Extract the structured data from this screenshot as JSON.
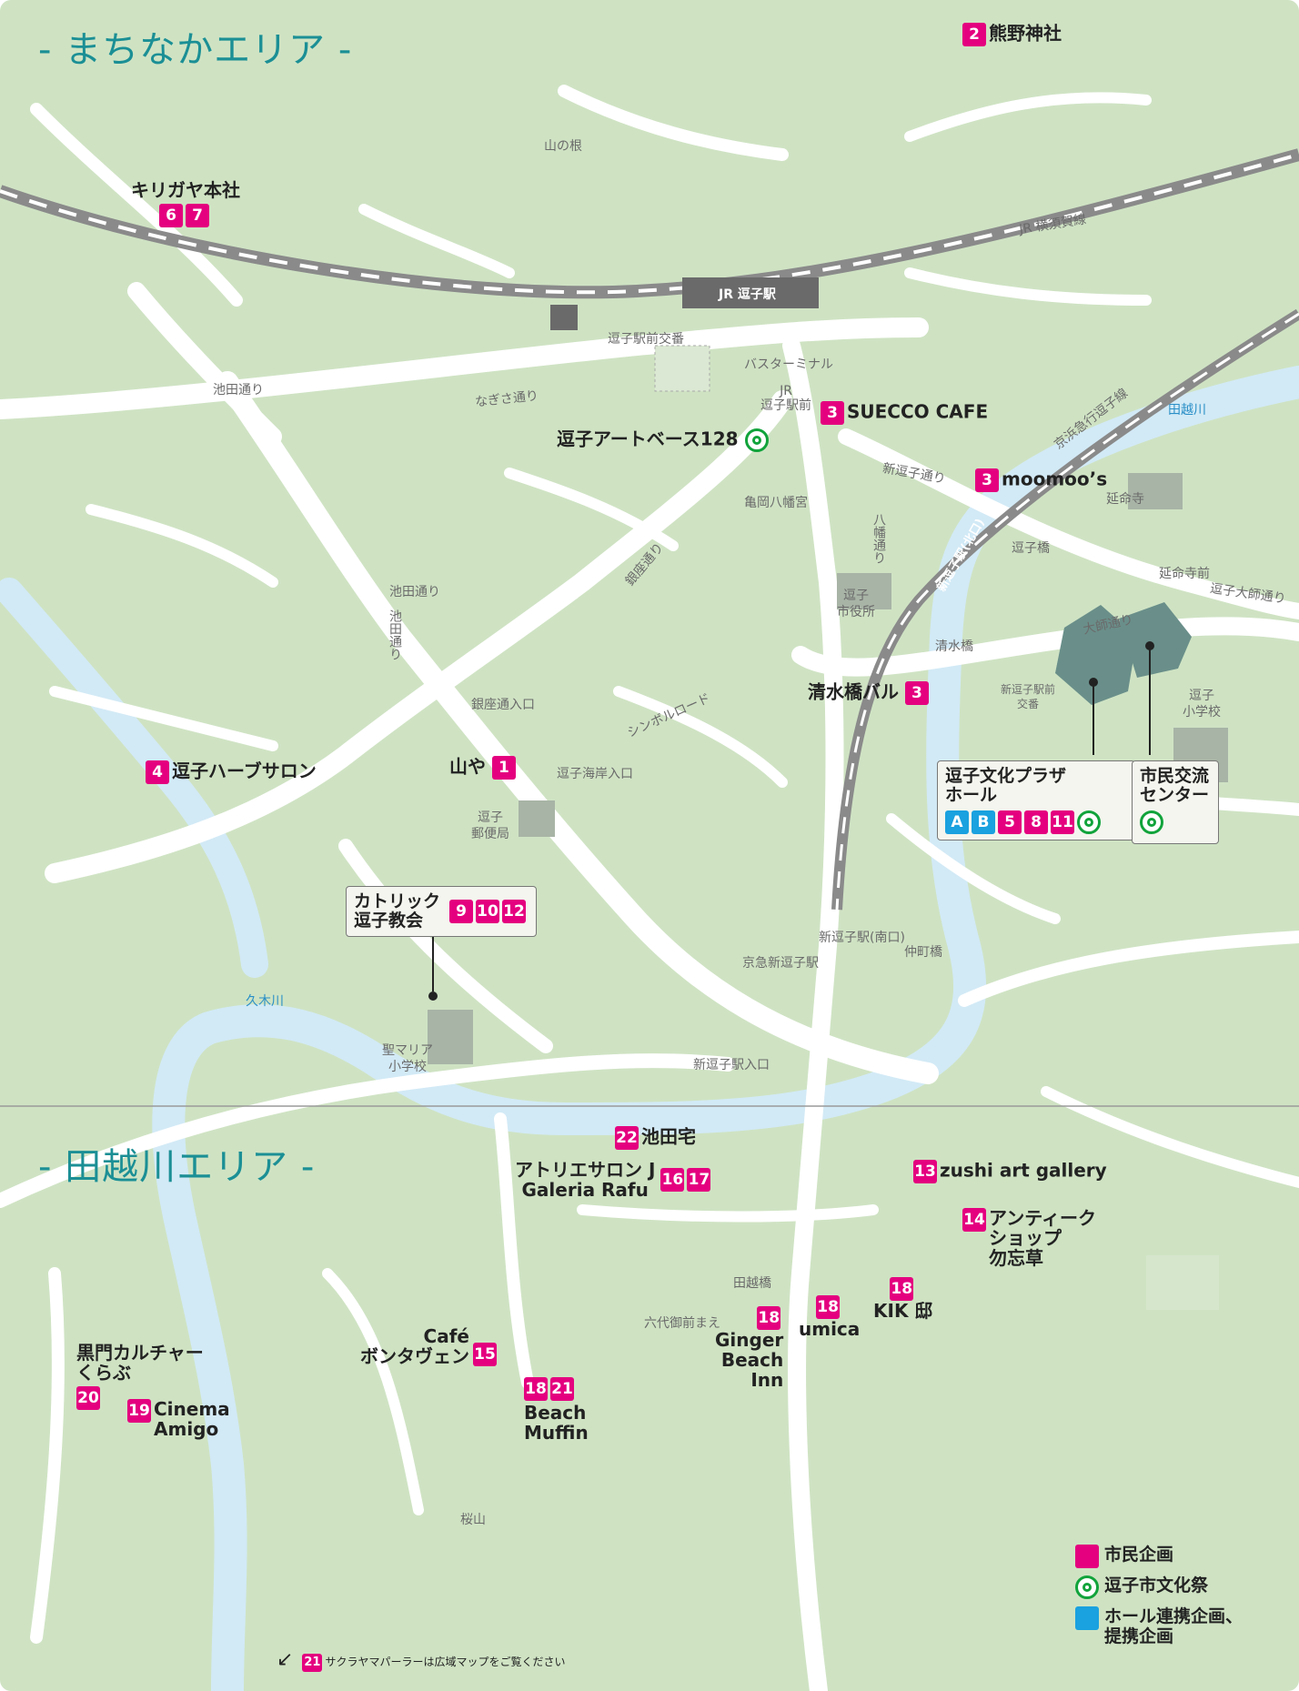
{
  "areas": {
    "north": "- まちなかエリア -",
    "south": "- 田越川エリア -"
  },
  "colors": {
    "map_bg": "#cfe3c3",
    "road": "#ffffff",
    "river": "#d2eaf6",
    "railway": "#8a8a8a",
    "building": "#a8b4a6",
    "accent_pink": "#e4007f",
    "accent_blue": "#1aa1df",
    "accent_green": "#11a33b",
    "title_teal": "#1b8f95"
  },
  "labels": {
    "yamanone": "山の根",
    "jr_line": "JR 横須賀線",
    "jr_zushi_station": "JR 逗子駅",
    "zushi_ekimae_koban": "逗子駅前交番",
    "bus_terminal": "バスターミナル",
    "ikeda_dori_bus": "池田通り",
    "nagisa_dori": "なぎさ通り",
    "jr_zushi_ekimae": "JR\n逗子駅前",
    "keikyu_line": "京浜急行逗子線",
    "tagoe_river_top": "田越川",
    "shin_zushi_dori": "新逗子通り",
    "kameoka_hachimangu": "亀岡八幡宮",
    "hachiman_dori": "八幡通り",
    "enmeiji": "延命寺",
    "zushi_bashi": "逗子橋",
    "enmeiji_mae": "延命寺前",
    "zushi_taishi_dori": "逗子大師通り",
    "ginza_dori": "銀座通り",
    "ikeda_dori_post": "池田通り",
    "ikeda_dori_road": "池田通り",
    "shin_zushi_kitaguchi": "新逗子駅(北口)",
    "zushi_shiyakusho": "逗子\n市役所",
    "daishi_dori": "大師通り",
    "shimizu_bashi": "清水橋",
    "shin_zushi_ekimae_koban": "新逗子駅前\n交番",
    "zushi_shogakko": "逗子\n小学校",
    "ginza_dori_iriguchi": "銀座通入口",
    "symbol_road": "シンボルロード",
    "zushi_kaigan_iriguchi": "逗子海岸入口",
    "zushi_yubinkyoku": "逗子\n郵便局",
    "shin_zushi_minamiguchi": "新逗子駅(南口)",
    "keikyu_shin_zushi": "京急新逗子駅",
    "nakamachi_bashi": "仲町橋",
    "kuki_river": "久木川",
    "sei_maria": "聖マリア\n小学校",
    "shin_zushi_eki_iriguchi": "新逗子駅入口",
    "tagoe_bashi": "田越橋",
    "rokudai_gozen_mae": "六代御前まえ",
    "sakurayama": "桜山"
  },
  "places": {
    "kumano": {
      "num": "2",
      "name": "熊野神社"
    },
    "kirigaya": {
      "name": "キリガヤ本社",
      "nums": [
        "6",
        "7"
      ]
    },
    "suecco": {
      "num": "3",
      "name": "SUECCO CAFE"
    },
    "art_base": {
      "name": "逗子アートベース128"
    },
    "moomoos": {
      "num": "3",
      "name": "moomoo’s"
    },
    "shimizu_bal": {
      "name": "清水橋バル",
      "num": "3"
    },
    "herb": {
      "num": "4",
      "name": "逗子ハーブサロン"
    },
    "yamaya": {
      "name": "山や",
      "num": "1"
    },
    "bunka_plaza": {
      "name": "逗子文化プラザ\nホール",
      "blue": [
        "A",
        "B"
      ],
      "nums": [
        "5",
        "8",
        "11"
      ]
    },
    "shimin_koryu": {
      "name": "市民交流\nセンター"
    },
    "catholic": {
      "name": "カトリック\n逗子教会",
      "nums": [
        "9",
        "10",
        "12"
      ]
    },
    "ikeda_house": {
      "num": "22",
      "name": "池田宅"
    },
    "atelier": {
      "name": "アトリエサロン J\nGaleria Rafu",
      "nums": [
        "16",
        "17"
      ]
    },
    "zushi_art_gallery": {
      "num": "13",
      "name": "zushi art gallery"
    },
    "antique": {
      "num": "14",
      "name": "アンティーク\nショップ\n勿忘草"
    },
    "kik": {
      "num": "18",
      "name": "KIK 邸"
    },
    "umica": {
      "num": "18",
      "name": "umica"
    },
    "ginger": {
      "num": "18",
      "name": "Ginger\nBeach\nInn"
    },
    "cafe_bontavuen": {
      "name": "Café\nボンタヴェン",
      "num": "15"
    },
    "kuromon": {
      "name": "黒門カルチャー\nくらぶ",
      "num": "20"
    },
    "cinema": {
      "num": "19",
      "name": "Cinema\nAmigo"
    },
    "beach_muffin": {
      "nums": [
        "18",
        "21"
      ],
      "name": "Beach\nMuffin"
    }
  },
  "legend": {
    "citizen": "市民企画",
    "festival": "逗子市文化祭",
    "hall": "ホール連携企画、\n提携企画"
  },
  "note": {
    "num": "21",
    "text": "サクラヤマパーラーは広域マップをご覧ください"
  }
}
